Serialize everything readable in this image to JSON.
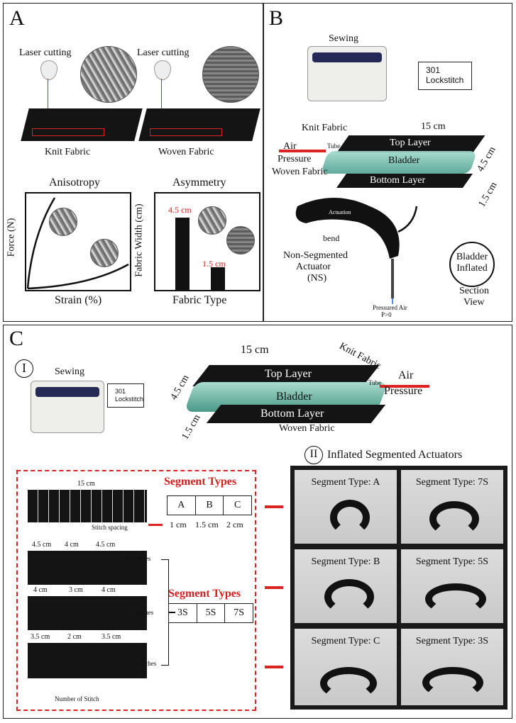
{
  "panel_a": {
    "letter": "A",
    "laser1": "Laser cutting",
    "laser2": "Laser cutting",
    "knit": "Knit Fabric",
    "woven": "Woven Fabric",
    "anisotropy": {
      "title": "Anisotropy",
      "ylabel": "Force (N)",
      "xlabel": "Strain (%)"
    },
    "asymmetry": {
      "title": "Asymmetry",
      "ylabel": "Fabric Width (cm)",
      "xlabel": "Fabric Type",
      "bar1": "4.5 cm",
      "bar2": "1.5 cm"
    }
  },
  "panel_b": {
    "letter": "B",
    "sewing": "Sewing",
    "tag": [
      "301",
      "Lockstitch"
    ],
    "knit": "Knit Fabric",
    "length": "15 cm",
    "top": "Top Layer",
    "air": "Air",
    "pressure": "Pressure",
    "tube": "Tube",
    "bladder": "Bladder",
    "woven": "Woven Fabric",
    "bottom": "Bottom Layer",
    "w1": "4.5 cm",
    "w2": "1.5 cm",
    "actuation": "Actuation",
    "bend": "bend",
    "ns": [
      "Non-Segmented",
      "Actuator",
      "(NS)"
    ],
    "bladder_inflated": [
      "Bladder",
      "Inflated"
    ],
    "section": [
      "Section",
      "View"
    ],
    "pressured_air": [
      "Pressured Air",
      "P>0"
    ]
  },
  "panel_c": {
    "letter": "C",
    "roman1": "I",
    "sewing": "Sewing",
    "tag": [
      "301",
      "Lockstitch"
    ],
    "length": "15 cm",
    "knit": "Knit Fabric",
    "top": "Top Layer",
    "w1": "4.5 cm",
    "bladder": "Bladder",
    "tube": "Tube",
    "air": "Air",
    "pressure": "Pressure",
    "w2": "1.5 cm",
    "bottom": "Bottom Layer",
    "woven": "Woven Fabric",
    "detail": {
      "l15": "15 cm",
      "stitch_spacing": "Stitch spacing",
      "seg_types": "Segment Types",
      "abc": [
        "A",
        "B",
        "C"
      ],
      "spacings": [
        "1 cm",
        "1.5 cm",
        "2 cm"
      ],
      "row2": [
        "4.5 cm",
        "4 cm",
        "4.5 cm"
      ],
      "row3": [
        "4 cm",
        "3 cm",
        "4 cm"
      ],
      "row4": [
        "3.5 cm",
        "2 cm",
        "3.5 cm"
      ],
      "stitches": [
        "3 Stitches",
        "5 Stitches",
        "7 Stitches"
      ],
      "seg_types2": "Segment Types",
      "s_types": [
        "3S",
        "5S",
        "7S"
      ],
      "num_stitch": "Number of Stitch"
    },
    "roman2": "II",
    "inflated_title": "Inflated Segmented Actuators",
    "photos": [
      "Segment Type: A",
      "Segment Type: 7S",
      "Segment Type: B",
      "Segment Type: 5S",
      "Segment Type: C",
      "Segment Type: 3S"
    ]
  }
}
